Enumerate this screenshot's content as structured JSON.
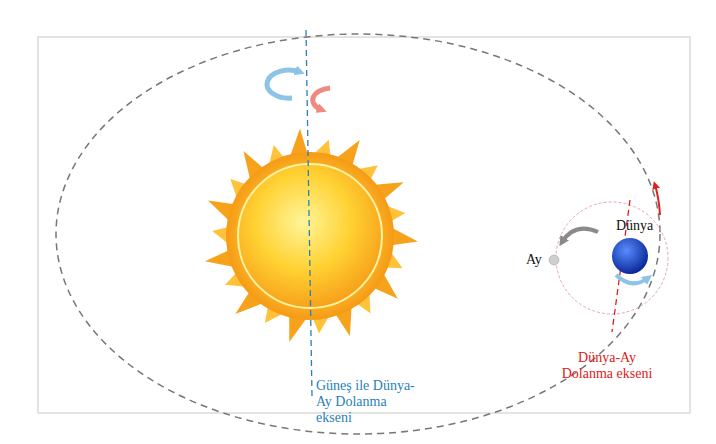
{
  "diagram": {
    "labels": [
      "Dünya",
      "Ay",
      "Güneş ile Dünya-Ay Dolanma ekseni",
      "Dünya-Ay Dolanma ekseni"
    ]
  }
}
